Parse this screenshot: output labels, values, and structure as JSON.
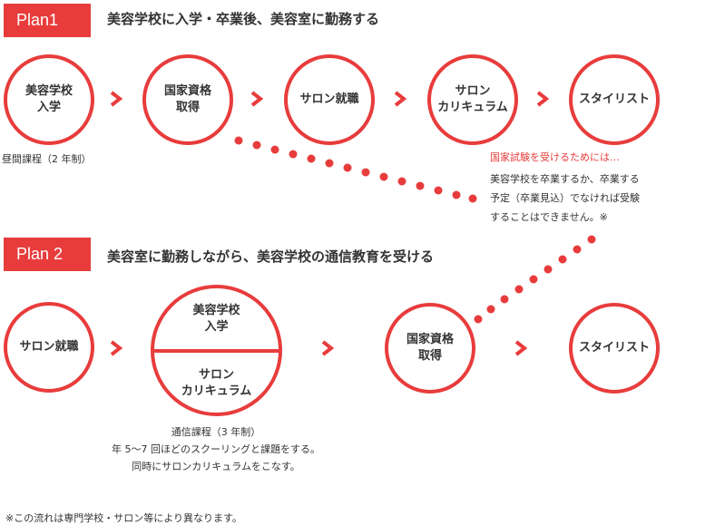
{
  "colors": {
    "accent": "#e83c3c",
    "text": "#333333",
    "background": "#ffffff"
  },
  "plan1": {
    "tag": "Plan1",
    "title": "美容学校に入学・卒業後、美容室に勤務する",
    "steps": [
      "美容学校\n入学",
      "国家資格\n取得",
      "サロン就職",
      "サロン\nカリキュラム",
      "スタイリスト"
    ],
    "note": "昼間課程（2 年制）"
  },
  "exam_note": {
    "title": "国家試験を受けるためには…",
    "body": "美容学校を卒業するか、卒業する\n予定（卒業見込）でなければ受験\nすることはできません。※"
  },
  "plan2": {
    "tag": "Plan 2",
    "title": "美容室に勤務しながら、美容学校の通信教育を受ける",
    "step1": "サロン就職",
    "combined_top": "美容学校\n入学",
    "combined_bottom": "サロン\nカリキュラム",
    "step3": "国家資格\n取得",
    "step4": "スタイリスト",
    "note_lines": [
      "通信課程（3 年制）",
      "年 5〜7 回ほどのスクーリングと課題をする。",
      "同時にサロンカリキュラムをこなす。"
    ]
  },
  "footnote": "※この流れは専門学校・サロン等により異なります。",
  "icons": {
    "arrow": "chevron-right-icon",
    "connector": "dotted-connector"
  }
}
